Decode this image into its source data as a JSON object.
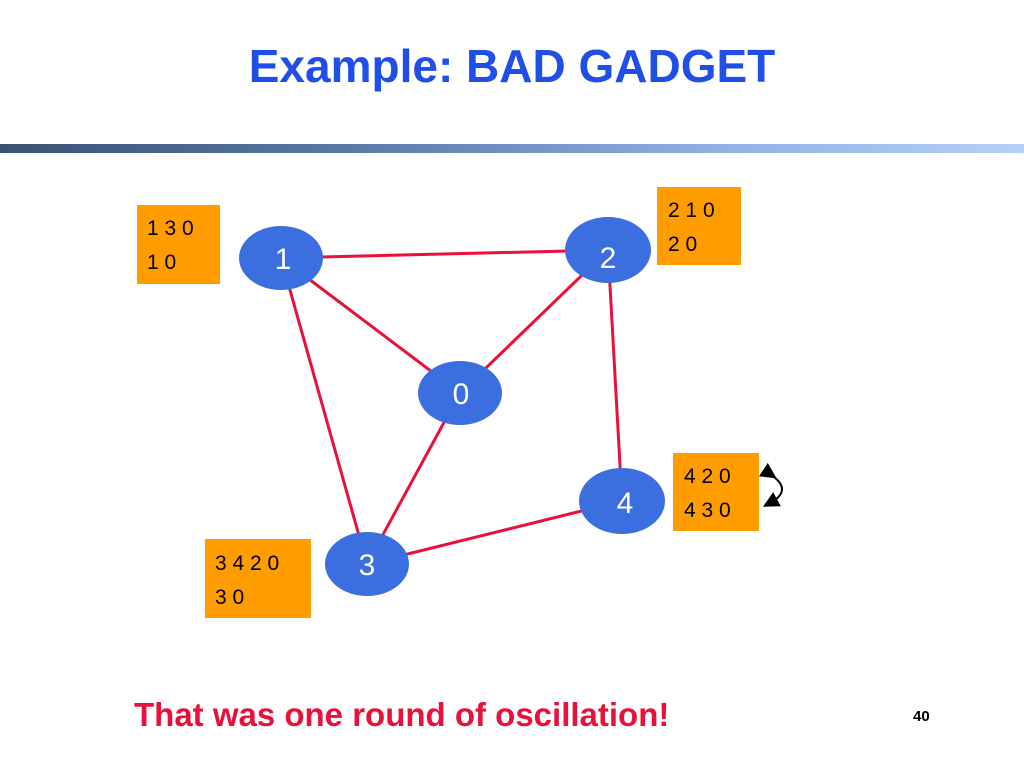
{
  "slide": {
    "title": "Example: BAD GADGET",
    "caption": "That was one round of oscillation!",
    "page_number": "40"
  },
  "colors": {
    "title": "#1f4fe6",
    "node_fill": "#3b6fe0",
    "edge": "#e8113a",
    "box_fill": "#ff9c00",
    "caption": "#e8113a"
  },
  "nodes": [
    {
      "id": "node-0",
      "label": "0"
    },
    {
      "id": "node-1",
      "label": "1"
    },
    {
      "id": "node-2",
      "label": "2"
    },
    {
      "id": "node-3",
      "label": "3"
    },
    {
      "id": "node-4",
      "label": "4"
    }
  ],
  "edges": [
    [
      "1",
      "2"
    ],
    [
      "1",
      "0"
    ],
    [
      "1",
      "3"
    ],
    [
      "2",
      "0"
    ],
    [
      "2",
      "4"
    ],
    [
      "0",
      "3"
    ],
    [
      "3",
      "4"
    ]
  ],
  "path_boxes": {
    "node_1": [
      "1 3 0",
      "1 0"
    ],
    "node_2": [
      "2 1 0",
      "2 0"
    ],
    "node_3": [
      "3 4 2 0",
      "3 0"
    ],
    "node_4": [
      "4 2 0",
      "4 3 0"
    ]
  },
  "icons": {
    "swap_indicator": "swap-arrow-icon"
  }
}
